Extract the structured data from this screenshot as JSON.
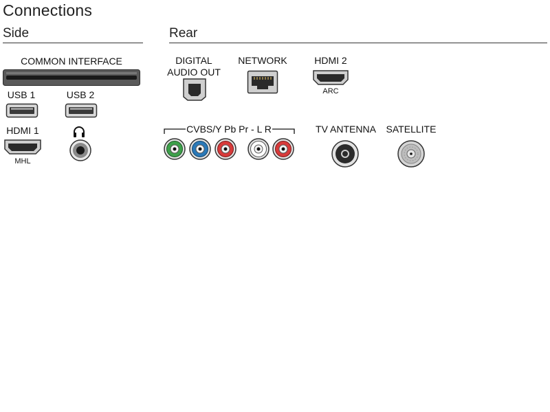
{
  "page": {
    "title": "Connections",
    "side_heading": "Side",
    "rear_heading": "Rear"
  },
  "side": {
    "common_interface": "COMMON INTERFACE",
    "usb1": "USB 1",
    "usb2": "USB 2",
    "hdmi1": "HDMI 1",
    "hdmi1_sub": "MHL",
    "headphone_icon": "headphone-icon"
  },
  "rear": {
    "digital_audio_line1": "DIGITAL",
    "digital_audio_line2": "AUDIO OUT",
    "network": "NETWORK",
    "hdmi2": "HDMI 2",
    "hdmi2_sub": "ARC",
    "cvbs_label": "CVBS/Y Pb Pr - L R",
    "tv_antenna": "TV ANTENNA",
    "satellite": "SATELLITE"
  },
  "colors": {
    "green": "#3da04a",
    "blue": "#2a79b8",
    "red": "#d83a3a",
    "white": "#ffffff",
    "metal": "#8a8a8a"
  }
}
